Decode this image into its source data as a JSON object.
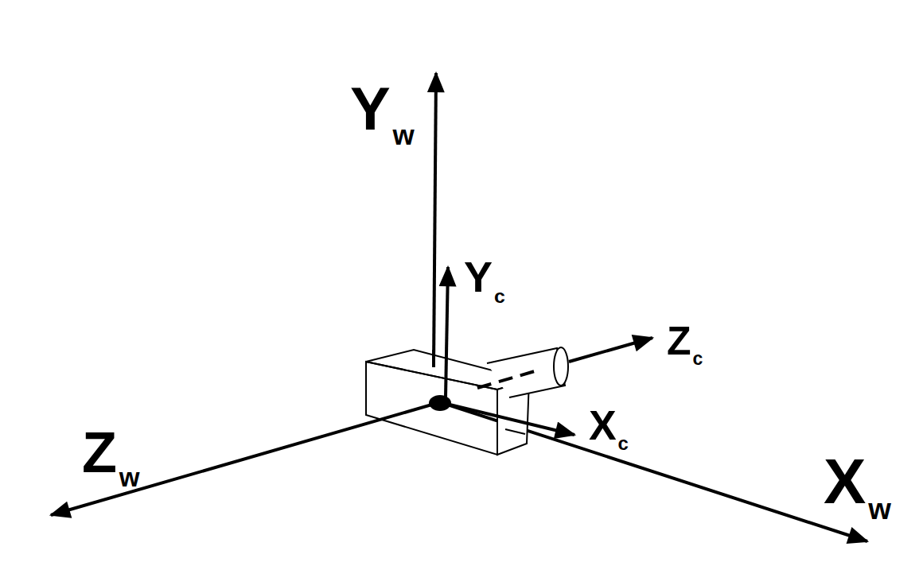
{
  "diagram": {
    "labels": [
      "Yw",
      "Yc",
      "Zc",
      "Zw",
      "Xc",
      "Xw"
    ]
  }
}
